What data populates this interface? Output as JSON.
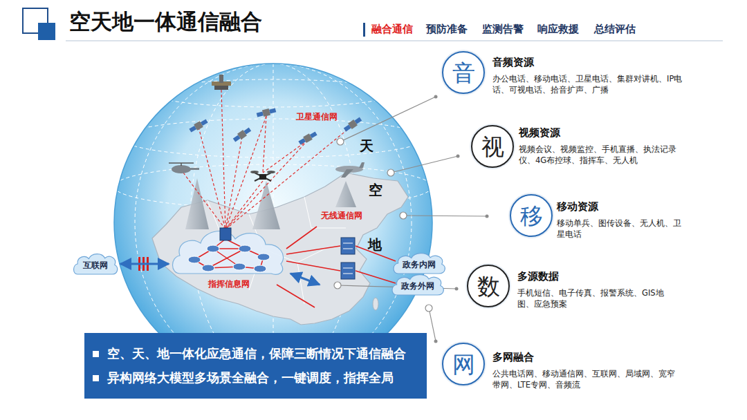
{
  "diagram": {
    "title": "空天地一体通信融合",
    "nodes": [
      {
        "text": [
          "互联网"
        ]
      },
      {
        "text": [
          "指挥信息网"
        ]
      },
      {
        "text": [
          "政务内网"
        ]
      },
      {
        "text": [
          "政务外网"
        ]
      },
      {
        "text": [
          "音",
          "音频资源",
          "办公电话、移动电话、卫星电话、集群对讲机、IP电话、可视电话、拾音扩声、广播"
        ]
      },
      {
        "text": [
          "视",
          "视频资源",
          "视频会议、视频监控、手机直播、执法记录仪、4G布控球、指挥车、无人机"
        ]
      },
      {
        "text": [
          "移",
          "移动资源",
          "移动单兵、图传设备、无人机、卫星电话"
        ]
      },
      {
        "text": [
          "数",
          "多源数据",
          "手机短信、电子传真、报警系统、GIS地图、应急预案"
        ]
      },
      {
        "text": [
          "网",
          "多网融合",
          "公共电话网、移动通信网、互联网、局域网、宽窄带网、LTE专网、音频流"
        ]
      },
      {
        "text": [
          "空、天、地一体化应急通信，保障三断情况下通信融合",
          "异构网络大模型多场景全融合，一键调度，指挥全局"
        ]
      }
    ],
    "edges": [
      {
        "from": 0,
        "to": 1,
        "arrow": "both"
      }
    ],
    "labels": [
      "融合通信",
      "预防准备",
      "监测告警",
      "响应救援",
      "总结评估",
      "卫星通信网",
      "天",
      "空",
      "无线通信网",
      "地"
    ]
  }
}
